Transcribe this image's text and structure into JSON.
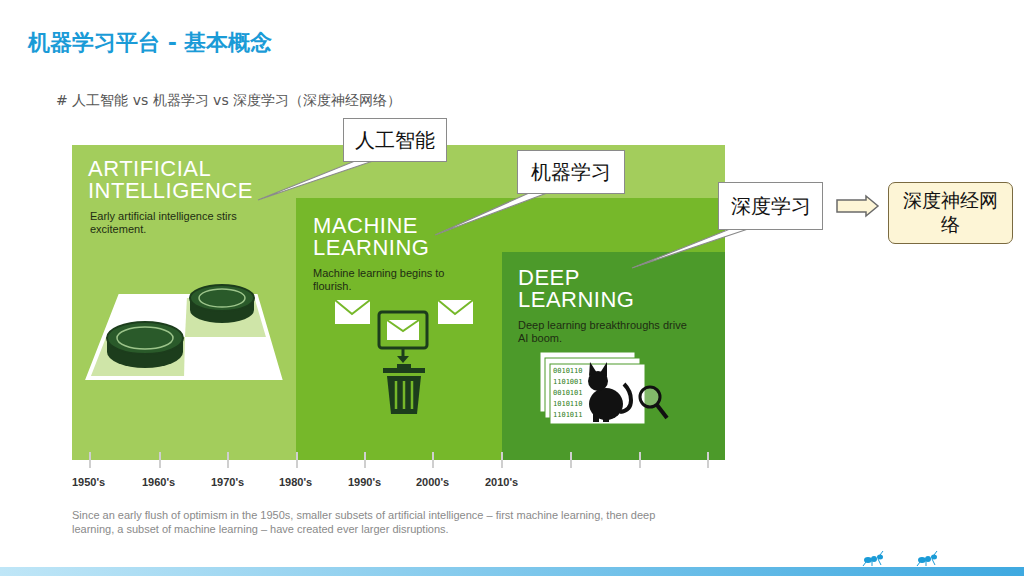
{
  "diagram": {
    "title": "机器学习平台 - 基本概念",
    "caption": "Since an early flush of optimism in the 1950s, smaller subsets of artificial intelligence – first machine learning, then deep learning, a subset of machine learning – have created ever larger disruptions.",
    "nodes": [
      {
        "text": [
          "ARTIFICIAL INTELLIGENCE",
          "Early artificial intelligence stirs excitement."
        ]
      },
      {
        "text": [
          "MACHINE LEARNING",
          "Machine learning begins to flourish."
        ],
        "in": 0
      },
      {
        "text": [
          "DEEP LEARNING",
          "Deep learning breakthroughs drive AI boom."
        ],
        "in": 1
      },
      {
        "text": [
          "人工智能"
        ]
      },
      {
        "text": [
          "机器学习"
        ]
      },
      {
        "text": [
          "深度学习"
        ]
      },
      {
        "text": [
          "深度神经网络"
        ]
      }
    ],
    "edges": [
      {
        "from": 3,
        "to": 0,
        "arrow": "none"
      },
      {
        "from": 4,
        "to": 1,
        "arrow": "none"
      },
      {
        "from": 5,
        "to": 2,
        "arrow": "none"
      },
      {
        "from": 5,
        "to": 6,
        "arrow": "to"
      }
    ],
    "labels": [
      "# 人工智能 vs 机器学习 vs 深度学习（深度神经网络）",
      "1950's",
      "1960's",
      "1970's",
      "1980's",
      "1990's",
      "2000's",
      "2010's",
      "0010110",
      "1101001",
      "0010101",
      "1010110",
      "1101011"
    ]
  }
}
